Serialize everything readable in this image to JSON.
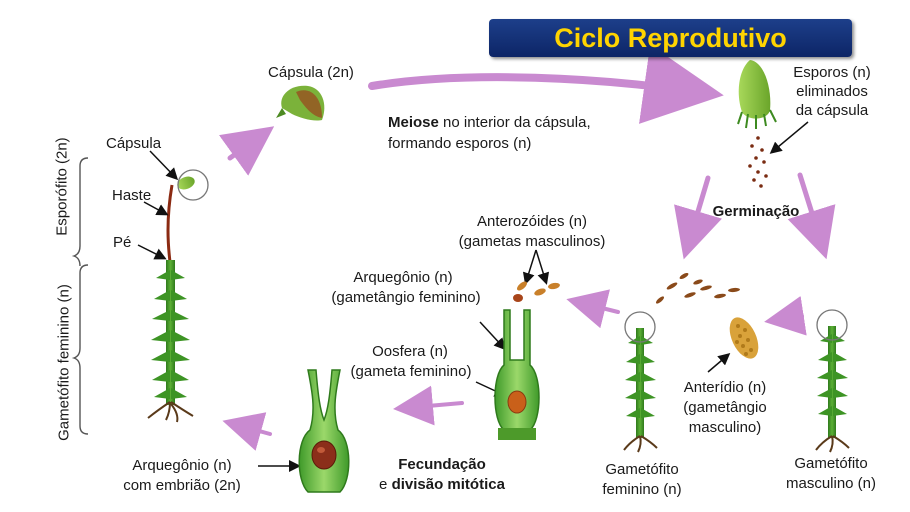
{
  "title": "Ciclo Reprodutivo",
  "side_labels": {
    "sporophyte": "Esporófito (2n)",
    "female_gametophyte": "Gametófito feminino (n)"
  },
  "plant_parts": {
    "capsule": "Cápsula",
    "stalk": "Haste",
    "foot": "Pé"
  },
  "capsule_2n": "Cápsula (2n)",
  "meiosis": {
    "bold": "Meiose",
    "line1_rest": " no interior da cápsula,",
    "line2": "formando esporos (n)"
  },
  "spores": {
    "line1": "Esporos (n)",
    "line2": "eliminados",
    "line3": "da cápsula"
  },
  "germination": "Germinação",
  "antherozoids": {
    "line1": "Anterozóides (n)",
    "line2": "(gametas masculinos)"
  },
  "archegonium": {
    "line1": "Arquegônio (n)",
    "line2": "(gametângio feminino)"
  },
  "oosphere": {
    "line1": "Oosfera (n)",
    "line2": "(gameta feminino)"
  },
  "antheridium": {
    "line1": "Anterídio (n)",
    "line2": "(gametângio",
    "line3": "masculino)"
  },
  "female_gametophyte": {
    "line1": "Gametófito",
    "line2": "feminino (n)"
  },
  "male_gametophyte": {
    "line1": "Gametófito",
    "line2": "masculino (n)"
  },
  "fertilization": {
    "line1": "Fecundação",
    "line2_prefix": "e ",
    "line2_bold": "divisão mitótica"
  },
  "archegonium_embryo": {
    "line1": "Arquegônio (n)",
    "line2": "com embrião (2n)"
  },
  "colors": {
    "title_bg": "#1d3f8a",
    "title_text": "#ffd400",
    "arrow": "#c98ad0",
    "plant_green": "#4a9a2a",
    "capsule_green": "#8cc63f",
    "embryo": "#8b2e1a"
  }
}
